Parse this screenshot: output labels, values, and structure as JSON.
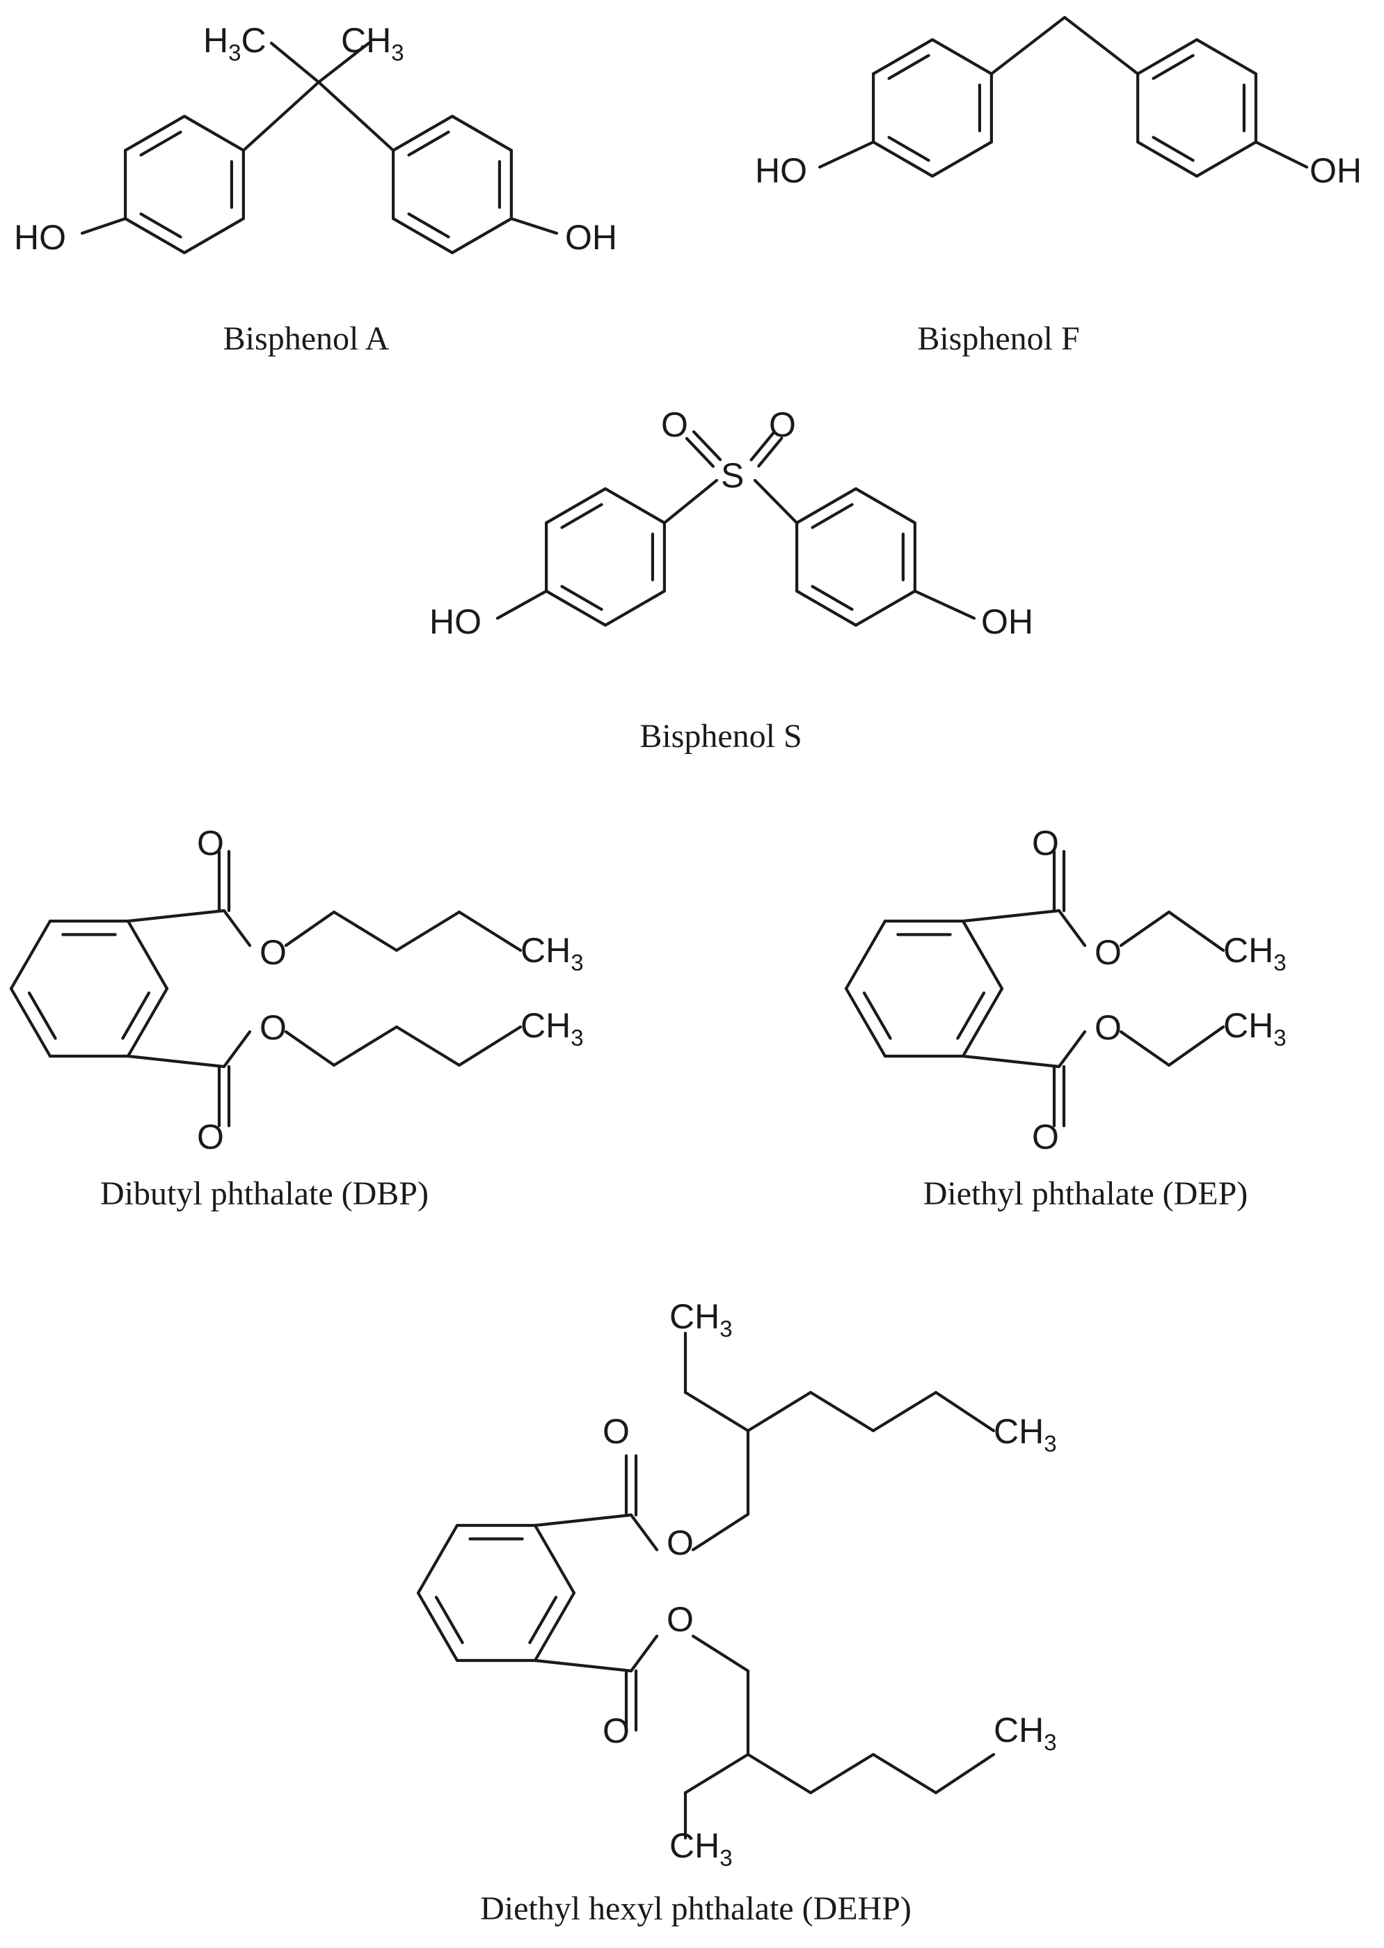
{
  "compounds": {
    "bpa": {
      "caption": "Bisphenol A",
      "methyl_left": "H3C",
      "methyl_right": "CH3",
      "hydroxyl_left": "HO",
      "hydroxyl_right": "OH"
    },
    "bpf": {
      "caption": "Bisphenol F",
      "hydroxyl_left": "HO",
      "hydroxyl_right": "OH"
    },
    "bps": {
      "caption": "Bisphenol S",
      "sulfur": "S",
      "oxo_left": "O",
      "oxo_right": "O",
      "hydroxyl_left": "HO",
      "hydroxyl_right": "OH"
    },
    "dbp": {
      "caption": "Dibutyl phthalate (DBP)",
      "carbonyl_o": "O",
      "ester_o": "O",
      "methyl": "CH3"
    },
    "dep": {
      "caption": "Diethyl phthalate (DEP)",
      "carbonyl_o": "O",
      "ester_o": "O",
      "methyl": "CH3"
    },
    "dehp": {
      "caption": "Diethyl hexyl phthalate (DEHP)",
      "carbonyl_o": "O",
      "ester_o": "O",
      "methyl": "CH3"
    }
  }
}
